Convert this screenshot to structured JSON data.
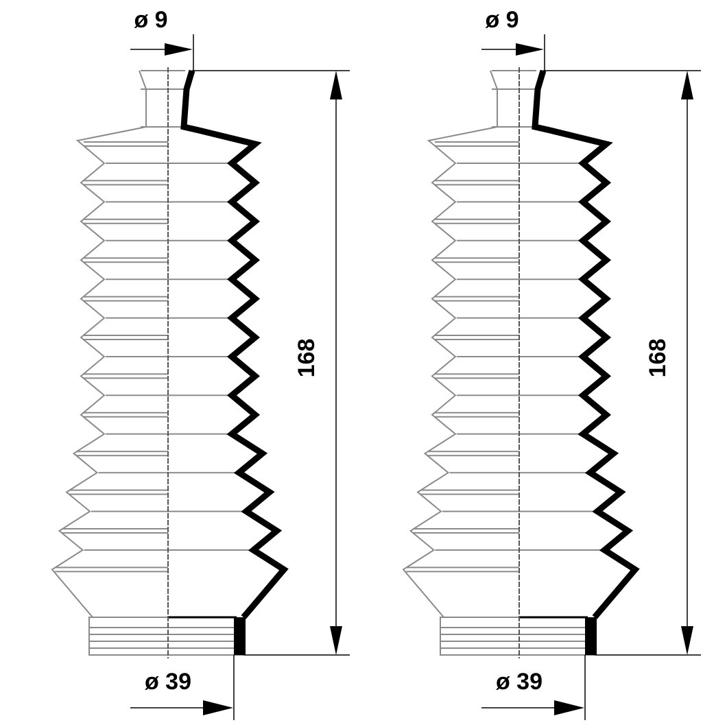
{
  "drawings": [
    {
      "top_diameter": "ø 9",
      "length": "168",
      "bottom_diameter": "ø 39"
    },
    {
      "top_diameter": "ø 9",
      "length": "168",
      "bottom_diameter": "ø 39"
    }
  ],
  "colors": {
    "outline": "#000000",
    "hatch": "#8a8a8a"
  }
}
